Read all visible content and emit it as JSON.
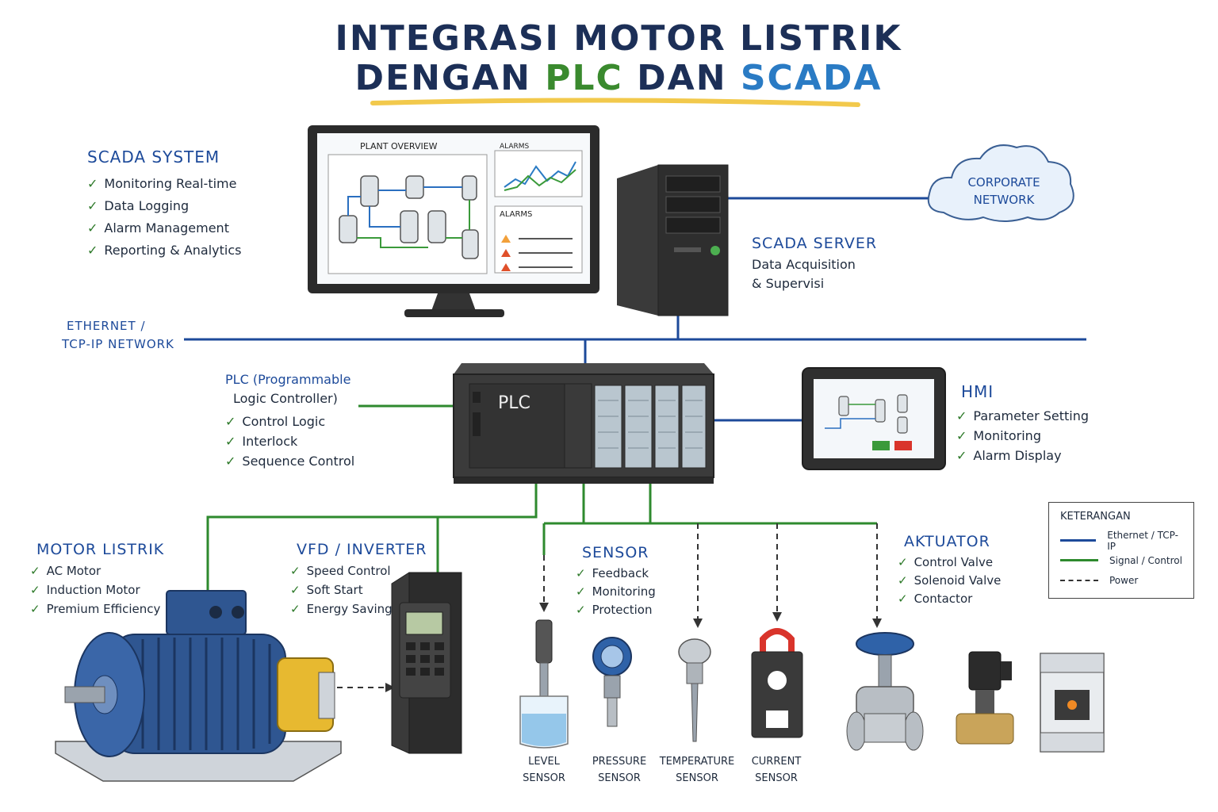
{
  "title": {
    "line1": "INTEGRASI MOTOR LISTRIK",
    "line2_a": "DENGAN ",
    "line2_plc": "PLC",
    "line2_b": " DAN ",
    "line2_scada": "SCADA"
  },
  "colors": {
    "ethernet": "#1d4a9a",
    "signal": "#2e8a2e",
    "power": "#333333",
    "motor": "#2f5691",
    "highlight": "#f2c94c"
  },
  "scada_system": {
    "title": "SCADA SYSTEM",
    "items": [
      "Monitoring Real-time",
      "Data Logging",
      "Alarm Management",
      "Reporting & Analytics"
    ]
  },
  "monitor": {
    "overview_label": "PLANT OVERVIEW",
    "alarms_top_label": "ALARMS",
    "alarms_label": "ALARMS"
  },
  "scada_server": {
    "title": "SCADA SERVER",
    "line1": "Data Acquisition",
    "line2": "& Supervisi"
  },
  "corporate": {
    "line1": "CORPORATE",
    "line2": "NETWORK"
  },
  "ethernet_label": {
    "line1": "ETHERNET /",
    "line2": "TCP-IP NETWORK"
  },
  "plc": {
    "title_line1": "PLC (Programmable",
    "title_line2": "Logic Controller)",
    "device_label": "PLC",
    "items": [
      "Control Logic",
      "Interlock",
      "Sequence Control"
    ]
  },
  "hmi": {
    "title": "HMI",
    "items": [
      "Parameter Setting",
      "Monitoring",
      "Alarm Display"
    ]
  },
  "motor": {
    "title": "MOTOR LISTRIK",
    "items": [
      "AC Motor",
      "Induction Motor",
      "Premium Efficiency"
    ]
  },
  "vfd": {
    "title": "VFD / INVERTER",
    "items": [
      "Speed Control",
      "Soft Start",
      "Energy Saving"
    ]
  },
  "sensor": {
    "title": "SENSOR",
    "items": [
      "Feedback",
      "Monitoring",
      "Protection"
    ]
  },
  "sensors": [
    {
      "line1": "LEVEL",
      "line2": "SENSOR"
    },
    {
      "line1": "PRESSURE",
      "line2": "SENSOR"
    },
    {
      "line1": "TEMPERATURE",
      "line2": "SENSOR"
    },
    {
      "line1": "CURRENT",
      "line2": "SENSOR"
    }
  ],
  "aktuator": {
    "title": "AKTUATOR",
    "items": [
      "Control Valve",
      "Solenoid Valve",
      "Contactor"
    ]
  },
  "legend": {
    "title": "KETERANGAN",
    "ethernet": "Ethernet / TCP-IP",
    "signal": "Signal / Control",
    "power": "Power"
  }
}
